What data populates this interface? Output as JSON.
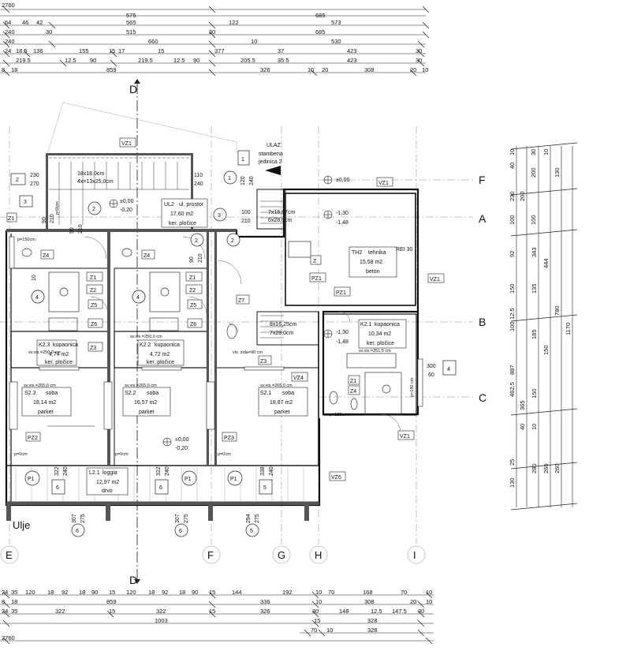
{
  "top_dimensions": {
    "total": "2760",
    "row1": [
      "575",
      "685"
    ],
    "row2": [
      "64",
      "46",
      "42",
      "565",
      "122",
      "573"
    ],
    "row3": [
      "240",
      "30",
      "515",
      "30",
      "685"
    ],
    "row4": [
      "240",
      "660",
      "10",
      "530"
    ],
    "row5": [
      "24",
      "18.5",
      "136",
      "155",
      "15",
      "17",
      "15",
      "377",
      "37",
      "423",
      "30"
    ],
    "row6": [
      "219.5",
      "12.5",
      "90",
      "219.5",
      "12.5",
      "90",
      "205.5",
      "35.5",
      "423",
      "30"
    ],
    "row7": [
      "8",
      "18",
      "859",
      "326",
      "10",
      "20",
      "308",
      "20",
      "10"
    ]
  },
  "bottom_dimensions": {
    "row1": [
      "24",
      "35",
      "120",
      "18",
      "92",
      "18",
      "90",
      "15",
      "120",
      "18",
      "92",
      "18",
      "90",
      "15",
      "144",
      "192",
      "10",
      "70",
      "168",
      "70",
      "10"
    ],
    "row2": [
      "8",
      "18",
      "859",
      "336",
      "10",
      "308",
      "20",
      "10"
    ],
    "row3": [
      "24",
      "35",
      "322",
      "15",
      "322",
      "15",
      "326",
      "30",
      "148",
      "12.5",
      "147.5",
      "30"
    ],
    "row4": [
      "1003",
      "15",
      "328"
    ],
    "row5": [
      "70",
      "10",
      "328"
    ],
    "total": "2760"
  },
  "right_dimensions": {
    "col1": [
      "10",
      "40",
      "230",
      "100",
      "92",
      "150",
      "12.5",
      "100",
      "462.5",
      "365",
      "150",
      "10",
      "40",
      "25",
      "130"
    ],
    "col2": [
      "30",
      "200",
      "100",
      "343",
      "135",
      "185",
      "150",
      "280"
    ],
    "col3": [
      "130",
      "10",
      "444",
      "887",
      "260",
      "260"
    ],
    "col4": [
      "780",
      "1170"
    ]
  },
  "axes": {
    "horizontal": [
      "F",
      "A",
      "B",
      "C"
    ],
    "vertical": [
      "E",
      "F",
      "G",
      "H",
      "I"
    ],
    "section": [
      "D",
      "D"
    ]
  },
  "rooms": [
    {
      "code": "UL2",
      "name": "ul. prostor",
      "area": "17,60 m2",
      "floor": "ker. pločice"
    },
    {
      "code": "TH2",
      "name": "tehnika",
      "area": "15,58 m2",
      "floor": "beton"
    },
    {
      "code": "K2.1",
      "name": "kupaonica",
      "area": "10,34 m2",
      "floor": "ker. pločice"
    },
    {
      "code": "K2.3",
      "name": "kupaonica",
      "area": "4,74 m2",
      "floor": "ker. pločice"
    },
    {
      "code": "K2.2",
      "name": "kupaonica",
      "area": "4,72 m2",
      "floor": "ker. pločice"
    },
    {
      "code": "S2.3",
      "name": "soba",
      "area": "18,14 m2",
      "floor": "parket"
    },
    {
      "code": "S2.2",
      "name": "soba",
      "area": "16,57 m2",
      "floor": "parket"
    },
    {
      "code": "S2.1",
      "name": "soba",
      "area": "18,87 m2",
      "floor": "parket"
    },
    {
      "code": "L2.1",
      "name": "loggia",
      "area": "12,97 m2",
      "floor": "drvo"
    }
  ],
  "annotations": {
    "entrance": [
      "ULAZ",
      "stambena",
      "jedinica 2"
    ],
    "stair_top": [
      "18x18,0cm",
      "4x=13x25,0cm"
    ],
    "stair_right": [
      "7x18,57cm",
      "6x28,0cm"
    ],
    "stair_right2": [
      "8x16,25cm",
      "7x28,0cm"
    ],
    "level_pm000": "±0,00",
    "level_m020": "-0,20",
    "level_m130": "-1,30",
    "level_m148": "-1,48",
    "fire": "REI 30",
    "hall_dims": [
      "110",
      "240",
      "100",
      "210",
      "120",
      "240"
    ],
    "ceiling_k23": "sv.vis.=250,0 cm",
    "ceiling_k22": "sv.vis.=250,0 cm",
    "ceiling_k21": "sv.vis.=251,5 cm",
    "ceiling_s": "sv.vis.=265,0 cm",
    "sill_150": "p=150cm",
    "sill_0": "p=0cm",
    "sill_120": "p=120cm",
    "sill_190": "p=190 cm",
    "wall_h": "vis. zida=90 cm",
    "door_90_210": [
      "90",
      "210"
    ],
    "side_dims": [
      "230",
      "270",
      "300",
      "60"
    ],
    "bottom_heights": [
      "307",
      "275",
      "322",
      "240",
      "294",
      "275",
      "338",
      "240"
    ],
    "ghost_text": "Ulje"
  },
  "element_tags": [
    "VZ1",
    "VZ4",
    "VZ6",
    "Z",
    "Z1",
    "Z2",
    "Z3",
    "Z4",
    "Z5",
    "Z6",
    "Z7",
    "PZ1",
    "PZ2",
    "PZ3",
    "P1"
  ],
  "circle_tags": [
    "1",
    "2",
    "3",
    "4",
    "5",
    "6"
  ]
}
